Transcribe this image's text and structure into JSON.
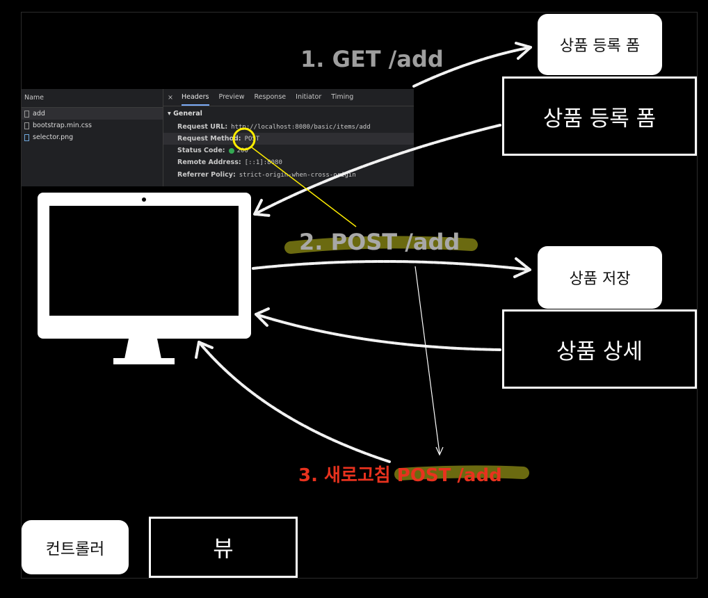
{
  "steps": {
    "get": "1. GET /add",
    "post": "2. POST /add",
    "refresh_prefix": "3. 새로고침 ",
    "refresh_method": "POST /add"
  },
  "server_boxes": {
    "form_controller": "상품 등록 폼",
    "form_view": "상품 등록 폼",
    "save_controller": "상품 저장",
    "detail_view": "상품 상세"
  },
  "legend": {
    "controller": "컨트롤러",
    "view": "뷰"
  },
  "devtools": {
    "name_header": "Name",
    "files": [
      "add",
      "bootstrap.min.css",
      "selector.png"
    ],
    "tabs": [
      "Headers",
      "Preview",
      "Response",
      "Initiator",
      "Timing"
    ],
    "close": "×",
    "section": "▾ General",
    "request_url_label": "Request URL:",
    "request_url_value": "http://localhost:8080/basic/items/add",
    "request_method_label": "Request Method:",
    "request_method_value": "POST",
    "status_label": "Status Code:",
    "status_value": "200",
    "remote_label": "Remote Address:",
    "remote_value": "[::1]:8080",
    "referrer_label": "Referrer Policy:",
    "referrer_value": "strict-origin-when-cross-origin"
  },
  "colors": {
    "background": "#000000",
    "step_text": "#9e9e9e",
    "refresh_text": "#e8321e",
    "highlight": "#6b6a10",
    "annotation": "#ffee00"
  }
}
